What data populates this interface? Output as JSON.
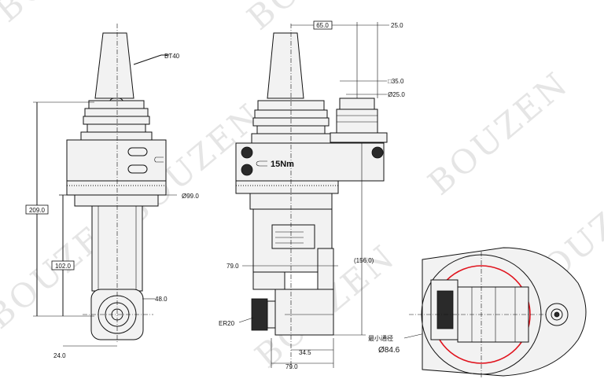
{
  "watermark": "BOUZEN",
  "left_view": {
    "taper_label": "BT40",
    "dim_total_height": "209.0",
    "dim_lower_height": "102.0",
    "dim_diameter": "Ø99.0",
    "dim_width": "48.0",
    "dim_offset": "24.0"
  },
  "middle_view": {
    "dim_top_offset": "65.0",
    "dim_top_right": "25.0",
    "dim_square": "□35.0",
    "dim_round": "Ø25.0",
    "torque_label": "15Nm",
    "dim_79_side": "79.0",
    "dim_156": "(156.0)",
    "collet_label": "ER20",
    "dim_34_5": "34.5",
    "dim_79_bottom": "79.0",
    "min_bore_label": "最小通径",
    "min_bore_value": "Ø84.6"
  },
  "colors": {
    "line": "#111111",
    "highlight_circle": "#e0141e",
    "watermark": "#cfcfcf"
  }
}
